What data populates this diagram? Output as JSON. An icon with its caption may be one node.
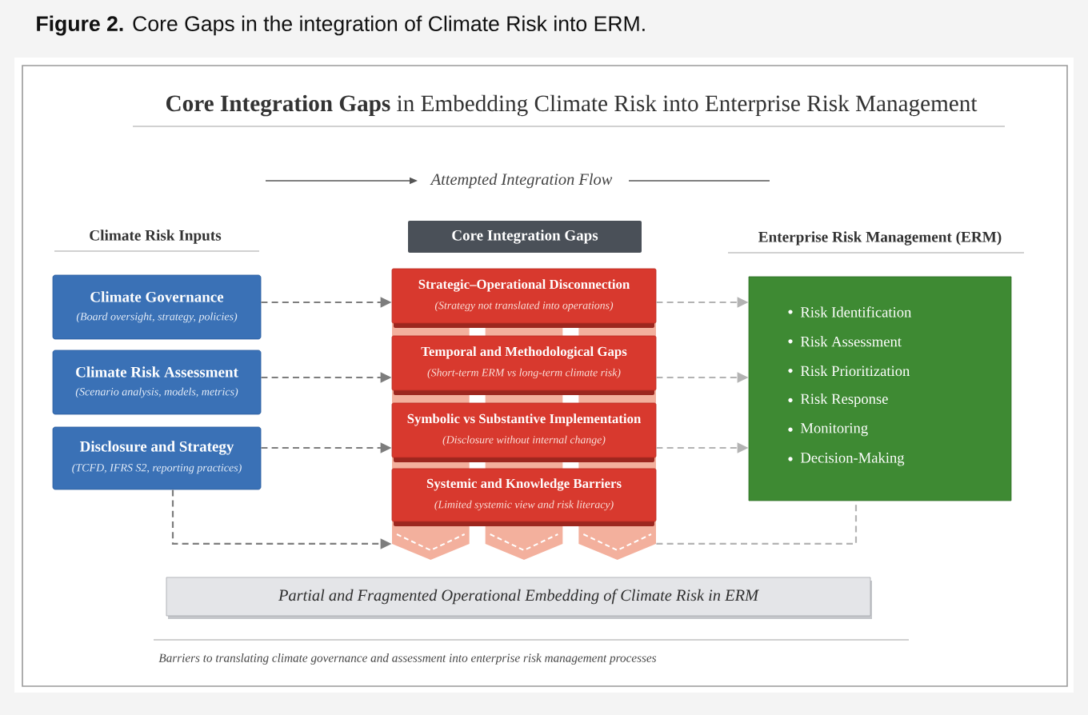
{
  "diagram": {
    "title": "**Core Integration Gaps** in Embedding Climate Risk into Enterprise Risk Management",
    "caption": "**Figure 2.** Core Gaps in the integration of Climate Risk into ERM.",
    "nodes": [
      {
        "text": [
          "Climate Governance",
          "(Board oversight, strategy, policies)"
        ]
      },
      {
        "text": [
          "Climate Risk Assessment",
          "(Scenario analysis, models, metrics)"
        ]
      },
      {
        "text": [
          "Disclosure and Strategy",
          "(TCFD, IFRS S2, reporting practices)"
        ]
      },
      {
        "text": [
          "Core Integration Gaps"
        ]
      },
      {
        "text": [],
        "shape": "chevron"
      },
      {
        "text": [
          "Strategic–Operational Disconnection",
          "(Strategy not translated into operations)"
        ],
        "in": 4
      },
      {
        "text": [
          "Temporal and Methodological Gaps",
          "(Short-term ERM vs long-term climate risk)"
        ],
        "in": 4
      },
      {
        "text": [
          "Symbolic vs Substantive Implementation",
          "(Disclosure without internal change)"
        ],
        "in": 4
      },
      {
        "text": [
          "Systemic and Knowledge Barriers",
          "(Limited systemic view and risk literacy)"
        ],
        "in": 4
      },
      {
        "text": [
          "Risk Identification",
          "Risk Assessment",
          "Risk Prioritization",
          "Risk Response",
          "Monitoring",
          "Decision-Making"
        ]
      },
      {
        "text": [
          "Partial and Fragmented Operational Embedding of Climate Risk in ERM"
        ]
      }
    ],
    "edges": [
      {
        "from": 0,
        "to": 5,
        "arrow": "to",
        "style": "dashed"
      },
      {
        "from": 1,
        "to": 6,
        "arrow": "to",
        "style": "dashed"
      },
      {
        "from": 2,
        "to": 7,
        "arrow": "to",
        "style": "dashed"
      },
      {
        "from": 2,
        "to": 4,
        "arrow": "to",
        "style": "dashed"
      },
      {
        "from": 5,
        "to": 9,
        "arrow": "to",
        "style": "dashed",
        "color": "#b3b3b3"
      },
      {
        "from": 6,
        "to": 9,
        "arrow": "to",
        "style": "dashed",
        "color": "#b3b3b3"
      },
      {
        "from": 7,
        "to": 9,
        "arrow": "to",
        "style": "dashed",
        "color": "#b3b3b3"
      },
      {
        "from": 4,
        "to": 9,
        "arrow": "none",
        "style": "dashed",
        "color": "#b3b3b3"
      }
    ],
    "labels": [
      "Attempted Integration Flow",
      "Climate Risk Inputs",
      "Enterprise Risk Management (ERM)",
      "Barriers to translating climate governance and assessment into enterprise risk management processes"
    ]
  }
}
